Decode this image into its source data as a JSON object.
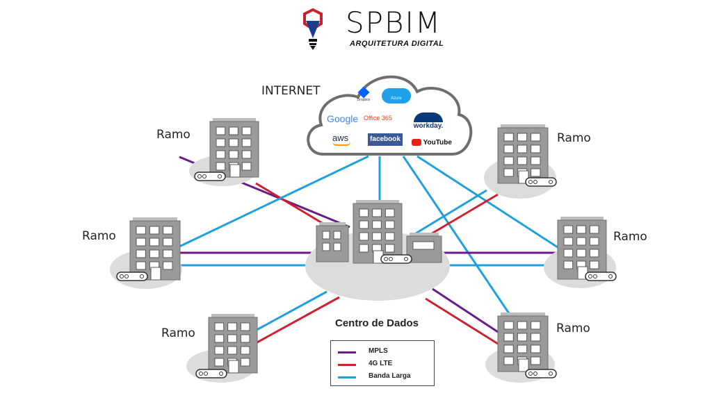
{
  "logo": {
    "title": "SPBIM",
    "subtitle": "ARQUITETURA DIGITAL",
    "icon": "lightbulb-hexagon-icon"
  },
  "internet": {
    "label": "INTERNET",
    "services": [
      {
        "name": "Dropbox",
        "color": "#0061fe"
      },
      {
        "name": "Azure",
        "color": "#1fa0e8"
      },
      {
        "name": "Google",
        "color": "#4285f4"
      },
      {
        "name": "Office 365",
        "color": "#e03a1e"
      },
      {
        "name": "workday.",
        "color": "#0b3a7a"
      },
      {
        "name": "aws",
        "color": "#232f3e"
      },
      {
        "name": "facebook",
        "color": "#3b5998"
      },
      {
        "name": "YouTube",
        "color": "#e62117"
      }
    ]
  },
  "branches": {
    "top_left": "Ramo",
    "mid_left": "Ramo",
    "bottom_left": "Ramo",
    "top_right": "Ramo",
    "mid_right": "Ramo",
    "bottom_right": "Ramo"
  },
  "data_center": {
    "label": "Centro de Dados"
  },
  "legend": [
    {
      "label": "MPLS",
      "color": "#6a1b8a"
    },
    {
      "label": "4G LTE",
      "color": "#d0202c"
    },
    {
      "label": "Banda Larga",
      "color": "#1ea0dc"
    }
  ],
  "colors": {
    "mpls": "#6a1b8a",
    "lte": "#d0202c",
    "broadband": "#1ea0dc",
    "building": "#9a9a9a",
    "platform": "#dcdcdc"
  }
}
